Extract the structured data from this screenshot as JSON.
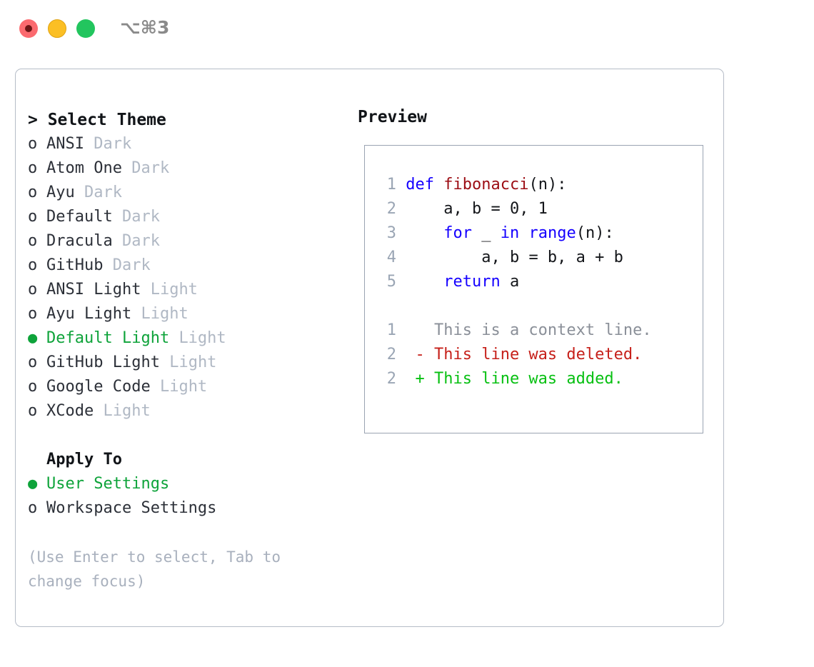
{
  "window": {
    "shortcut_label": "⌥⌘3",
    "traffic_lights": [
      {
        "name": "close",
        "color": "#fb6a6f"
      },
      {
        "name": "minimize",
        "color": "#fbbf24"
      },
      {
        "name": "maximize",
        "color": "#22c55e"
      }
    ]
  },
  "accent_color": "#0ea33a",
  "theme_list": {
    "header": "> Select Theme",
    "items": [
      {
        "name": "ANSI",
        "tag": "Dark",
        "marker": "o",
        "selected": false
      },
      {
        "name": "Atom One",
        "tag": "Dark",
        "marker": "o",
        "selected": false
      },
      {
        "name": "Ayu",
        "tag": "Dark",
        "marker": "o",
        "selected": false
      },
      {
        "name": "Default",
        "tag": "Dark",
        "marker": "o",
        "selected": false
      },
      {
        "name": "Dracula",
        "tag": "Dark",
        "marker": "o",
        "selected": false
      },
      {
        "name": "GitHub",
        "tag": "Dark",
        "marker": "o",
        "selected": false
      },
      {
        "name": "ANSI Light",
        "tag": "Light",
        "marker": "o",
        "selected": false
      },
      {
        "name": "Ayu Light",
        "tag": "Light",
        "marker": "o",
        "selected": false
      },
      {
        "name": "Default Light",
        "tag": "Light",
        "marker": "●",
        "selected": true
      },
      {
        "name": "GitHub Light",
        "tag": "Light",
        "marker": "o",
        "selected": false
      },
      {
        "name": "Google Code",
        "tag": "Light",
        "marker": "o",
        "selected": false
      },
      {
        "name": "XCode",
        "tag": "Light",
        "marker": "o",
        "selected": false
      }
    ]
  },
  "apply_to": {
    "label": "Apply To",
    "items": [
      {
        "name": "User Settings",
        "marker": "●",
        "selected": true
      },
      {
        "name": "Workspace Settings",
        "marker": "o",
        "selected": false
      }
    ]
  },
  "hint": "(Use Enter to select, Tab to change focus)",
  "preview": {
    "title": "Preview",
    "code_lines": [
      {
        "num": "1",
        "indent": "",
        "segments": [
          {
            "text": "def ",
            "cls": "kw"
          },
          {
            "text": "fibonacci",
            "cls": "fn"
          },
          {
            "text": "(n):",
            "cls": "code-txt"
          }
        ]
      },
      {
        "num": "2",
        "indent": "    ",
        "segments": [
          {
            "text": "a, b = 0, 1",
            "cls": "code-txt"
          }
        ]
      },
      {
        "num": "3",
        "indent": "    ",
        "segments": [
          {
            "text": "for ",
            "cls": "kw"
          },
          {
            "text": "_ ",
            "cls": "code-txt"
          },
          {
            "text": "in ",
            "cls": "kw"
          },
          {
            "text": "range",
            "cls": "kw"
          },
          {
            "text": "(n):",
            "cls": "code-txt"
          }
        ]
      },
      {
        "num": "4",
        "indent": "        ",
        "segments": [
          {
            "text": "a, b = b, a + b",
            "cls": "code-txt"
          }
        ]
      },
      {
        "num": "5",
        "indent": "    ",
        "segments": [
          {
            "text": "return ",
            "cls": "kw"
          },
          {
            "text": "a",
            "cls": "code-txt"
          }
        ]
      }
    ],
    "diff_lines": [
      {
        "num": "1",
        "sign": "  ",
        "text": "This is a context line.",
        "cls": "ctx"
      },
      {
        "num": "2",
        "sign": "- ",
        "text": "This line was deleted.",
        "cls": "del"
      },
      {
        "num": "2",
        "sign": "+ ",
        "text": "This line was added.",
        "cls": "add"
      }
    ]
  }
}
